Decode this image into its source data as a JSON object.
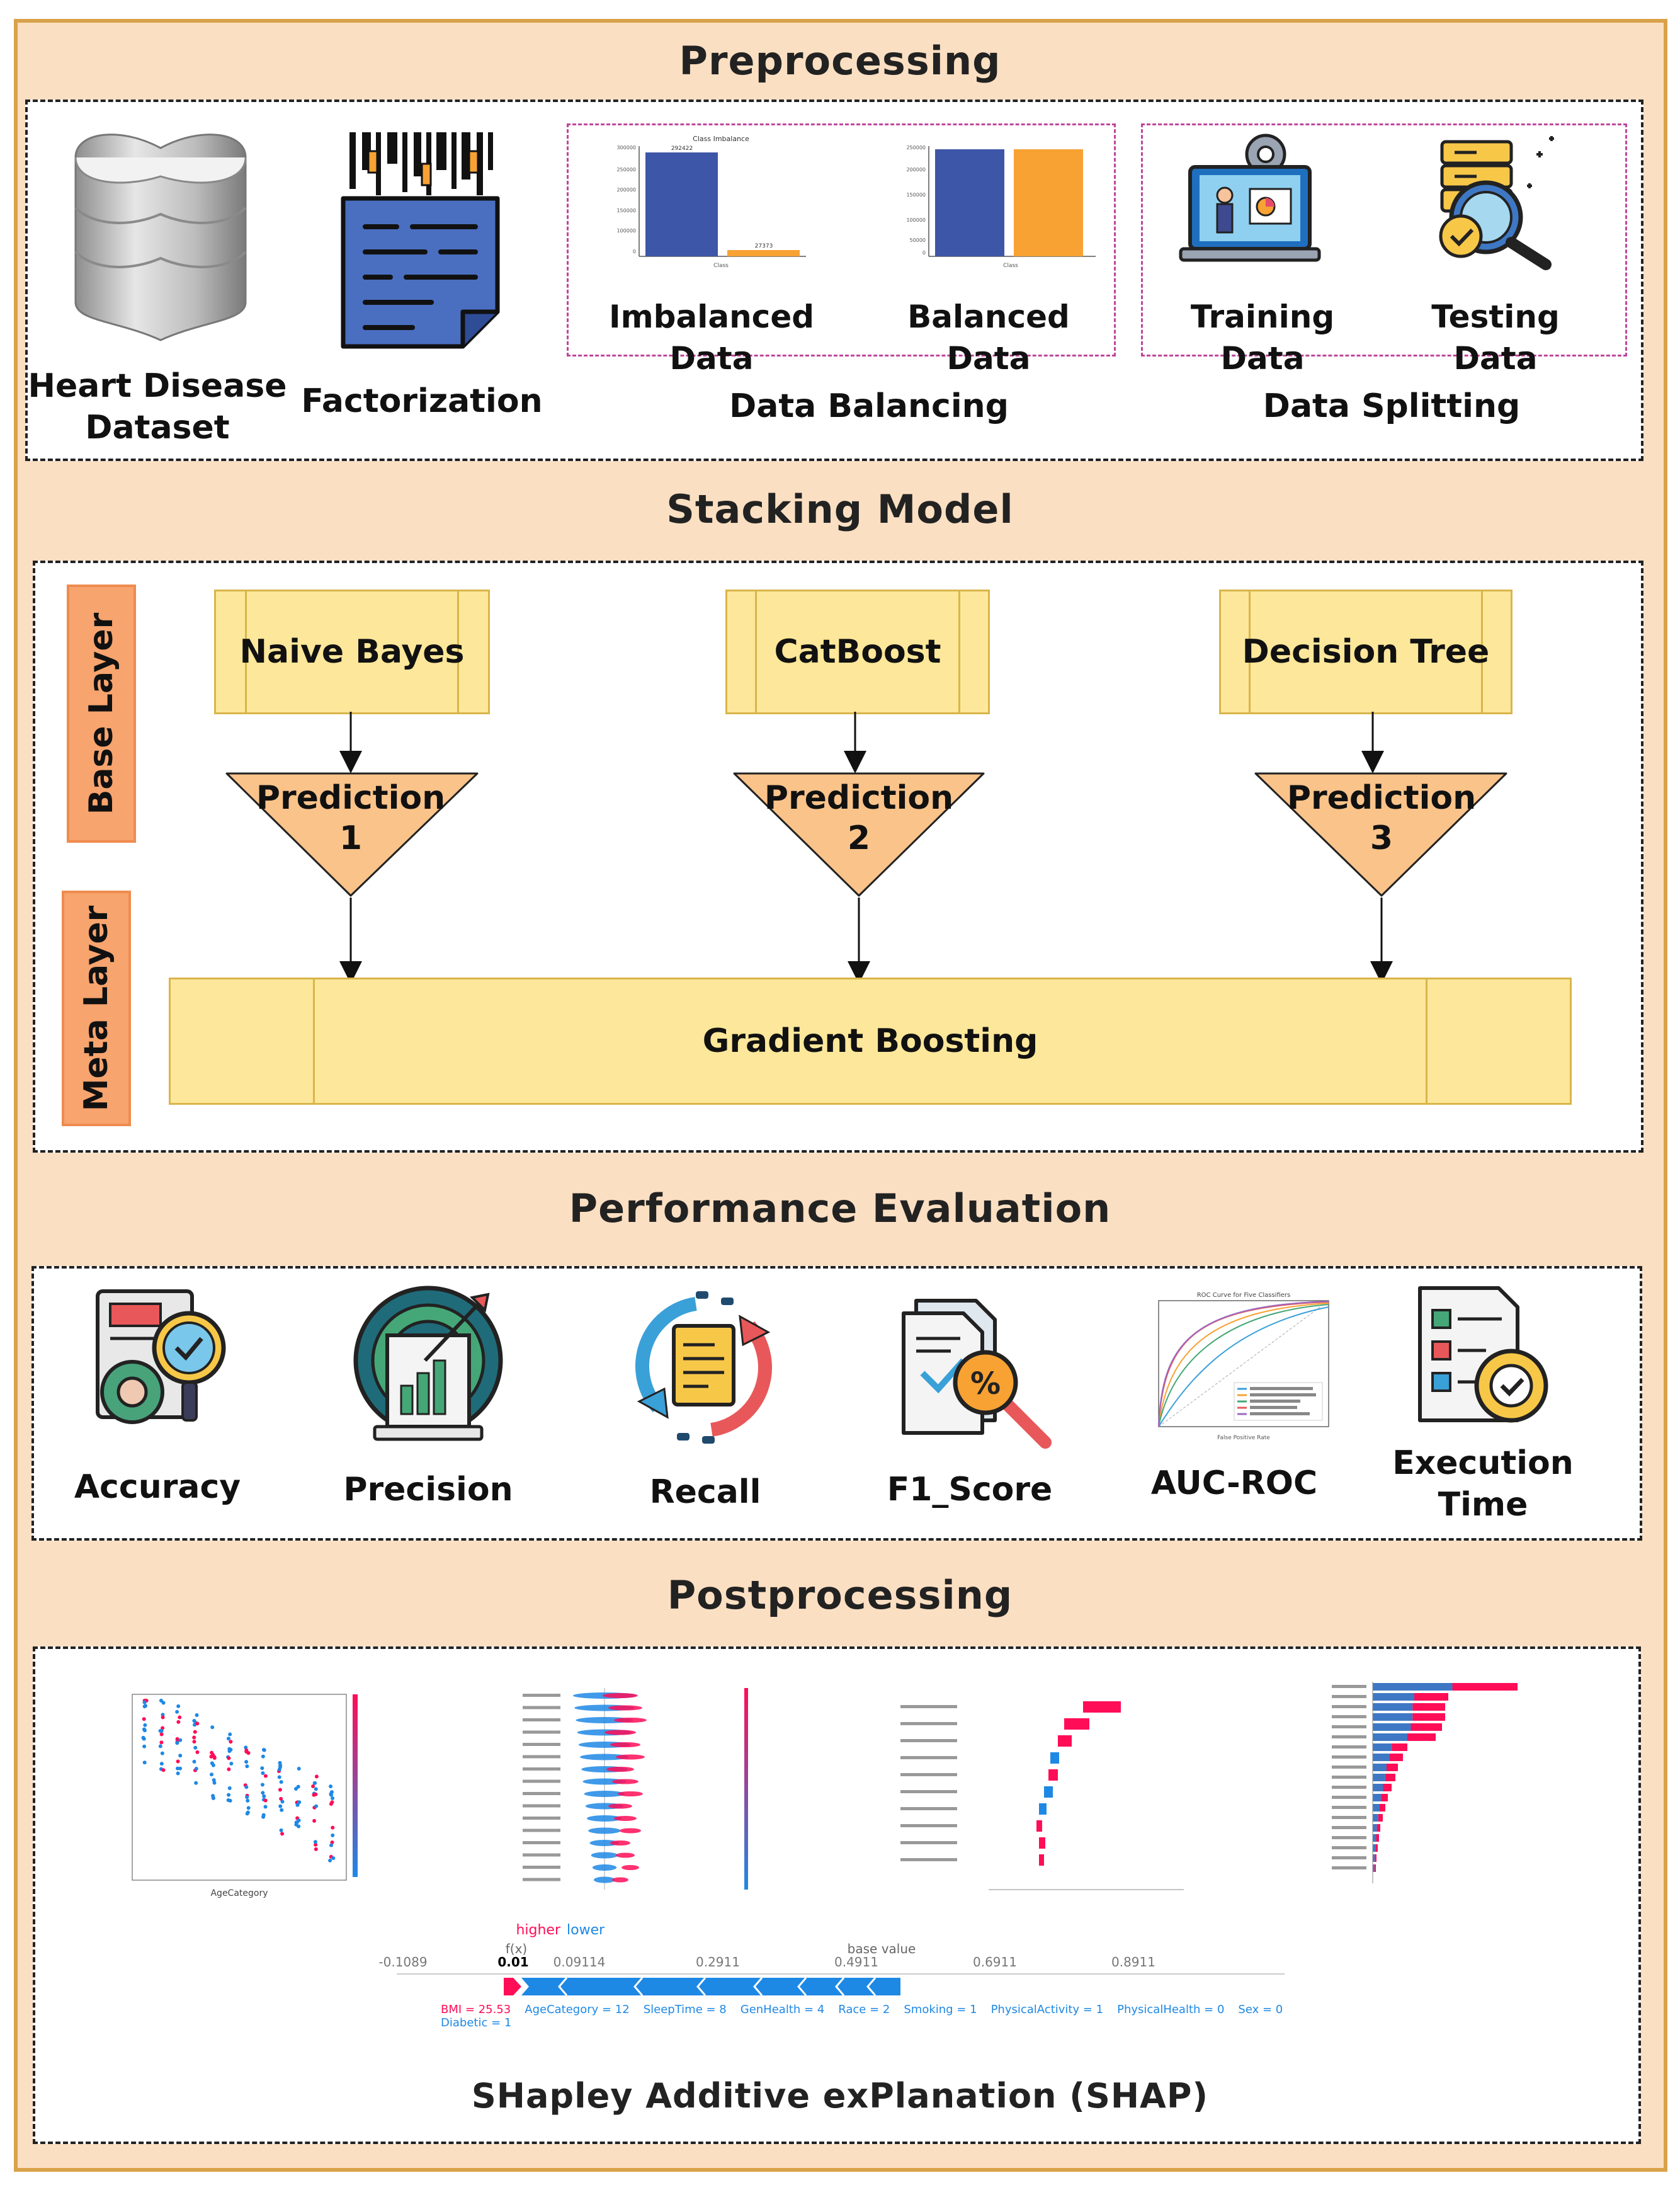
{
  "sections": {
    "preprocessing": "Preprocessing",
    "stacking": "Stacking Model",
    "performance": "Performance Evaluation",
    "postprocessing": "Postprocessing"
  },
  "preprocessing": {
    "dataset_line1": "Heart Disease",
    "dataset_line2": "Dataset",
    "factorization": "Factorization",
    "imbalanced": "Imbalanced Data",
    "balanced": "Balanced Data",
    "data_balancing": "Data Balancing",
    "training": "Training Data",
    "testing": "Testing Data",
    "data_splitting": "Data Splitting"
  },
  "stacking": {
    "base_layer": "Base Layer",
    "meta_layer": "Meta Layer",
    "models": [
      "Naive Bayes",
      "CatBoost",
      "Decision Tree"
    ],
    "predictions": [
      {
        "word": "Prediction",
        "num": "1"
      },
      {
        "word": "Prediction",
        "num": "2"
      },
      {
        "word": "Prediction",
        "num": "3"
      }
    ],
    "meta_model": "Gradient Boosting"
  },
  "metrics": {
    "accuracy": "Accuracy",
    "precision": "Precision",
    "recall": "Recall",
    "f1": "F1_Score",
    "auc": "AUC-ROC",
    "exec_line1": "Execution",
    "exec_line2": "Time"
  },
  "shap": {
    "caption": "SHapley Additive exPlanation (SHAP)",
    "force_plot": {
      "higher": "higher",
      "lower": "lower",
      "fx": "f(x)",
      "base_value": "base value",
      "fx_value": "0.01",
      "ticks": [
        "-0.1089",
        "0.01",
        "0.09114",
        "0.2911",
        "0.4911",
        "0.6911",
        "0.8911"
      ],
      "features": [
        "BMI = 25.53",
        "AgeCategory = 12",
        "SleepTime = 8",
        "GenHealth = 4",
        "Race = 2",
        "Smoking = 1",
        "PhysicalActivity = 1",
        "PhysicalHealth = 0",
        "Sex = 0",
        "Diabetic = 1"
      ]
    }
  },
  "colors": {
    "frame_bg": "#fbdfc2",
    "frame_border": "#d9a24a",
    "model_box": "#fde79a",
    "prediction_triangle": "#f9c38a",
    "layer_label": "#f7a46e",
    "shap_red": "#ff0d57",
    "shap_blue": "#1e88e5",
    "bar_blue": "#3e56a8",
    "bar_orange": "#f7a233"
  },
  "icons": [
    "heart-database-icon",
    "barcode-document-icon",
    "presentation-board-icon",
    "server-magnifier-icon",
    "accuracy-gear-icon",
    "target-chart-icon",
    "recall-cycle-icon",
    "percent-document-icon",
    "roc-curve-chart",
    "checklist-gear-icon"
  ]
}
